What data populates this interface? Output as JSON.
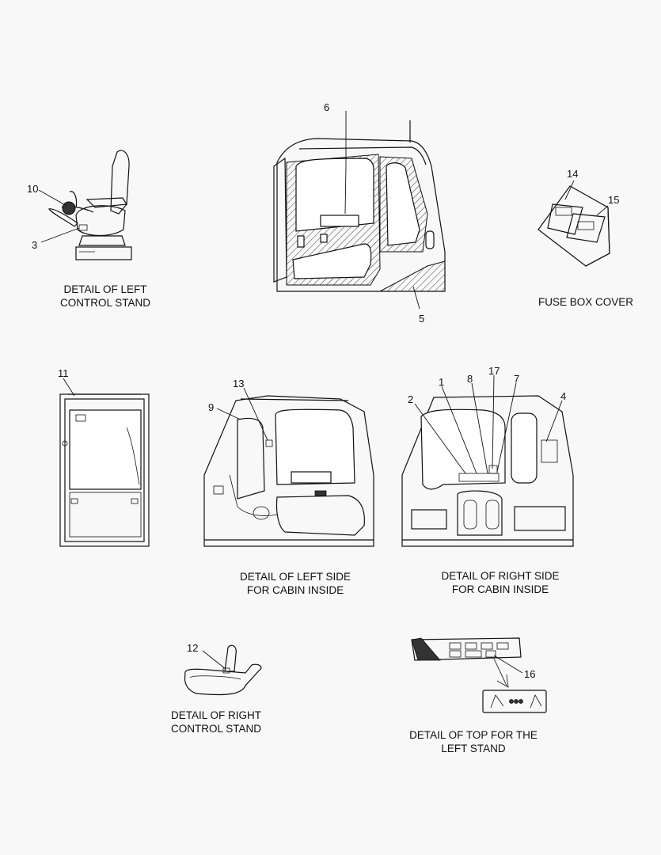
{
  "captions": {
    "left_control_stand": [
      "DETAIL OF LEFT",
      "CONTROL STAND"
    ],
    "fuse_box_cover": [
      "FUSE BOX COVER"
    ],
    "left_side_cabin": [
      "DETAIL OF LEFT SIDE",
      "FOR CABIN INSIDE"
    ],
    "right_side_cabin": [
      "DETAIL OF RIGHT SIDE",
      "FOR CABIN INSIDE"
    ],
    "right_control_stand": [
      "DETAIL OF RIGHT",
      "CONTROL STAND"
    ],
    "top_left_stand": [
      "DETAIL OF TOP FOR THE",
      "LEFT STAND"
    ]
  },
  "callouts": [
    "1",
    "2",
    "3",
    "4",
    "5",
    "6",
    "7",
    "8",
    "9",
    "10",
    "11",
    "12",
    "13",
    "14",
    "15",
    "16",
    "17"
  ]
}
